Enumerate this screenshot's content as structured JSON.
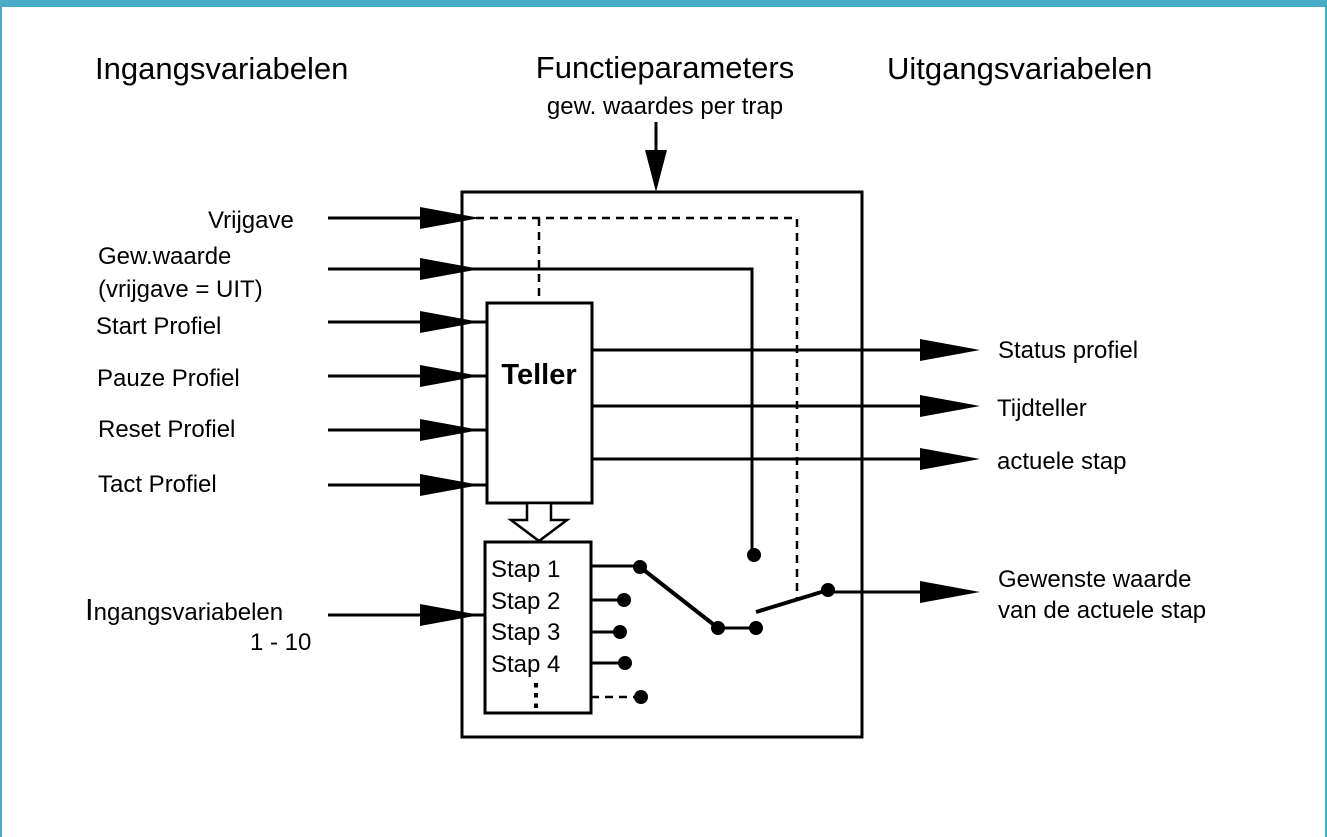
{
  "headers": {
    "inputs": "Ingangsvariabelen",
    "function": "Functieparameters",
    "function_sub": "gew. waardes per trap",
    "outputs": "Uitgangsvariabelen"
  },
  "inputs": {
    "release": "Vrijgave",
    "setpoint_line1": "Gew.waarde",
    "setpoint_line2": "(vrijgave = UIT)",
    "start": "Start Profiel",
    "pause": "Pauze Profiel",
    "reset": "Reset Profiel",
    "tact": "Tact Profiel",
    "vars_first_letter": "I",
    "vars_rest": "ngangsvariabelen",
    "vars_range": "1 - 10"
  },
  "blocks": {
    "counter": "Teller",
    "steps": [
      "Stap 1",
      "Stap 2",
      "Stap 3",
      "Stap 4"
    ],
    "ellipsis": "⋮"
  },
  "outputs": {
    "status": "Status profiel",
    "timer": "Tijdteller",
    "current_step": "actuele stap",
    "setpoint_line1": "Gewenste waarde",
    "setpoint_line2": "van de actuele stap"
  },
  "colors": {
    "frame_border": "#4bacc6",
    "lines": "#000000",
    "background": "#ffffff"
  }
}
